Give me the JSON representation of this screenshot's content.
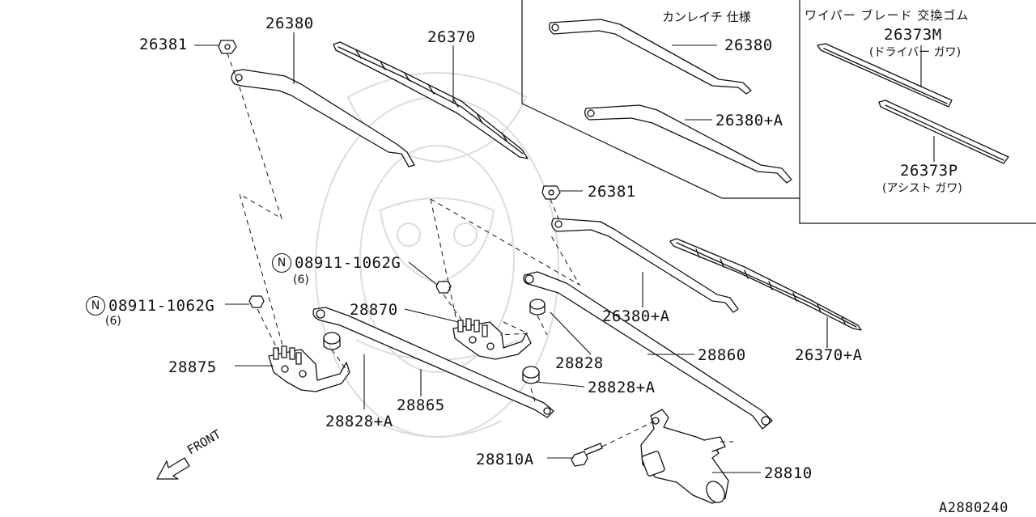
{
  "colors": {
    "line": "#111111",
    "watermark": "#d8d8d8",
    "background": "#ffffff"
  },
  "icons": {
    "front_arrow": "front-arrow-icon",
    "nut_symbol": "circled-n-icon"
  },
  "labels": {
    "p26381_top": "26381",
    "p26380_top": "26380",
    "p26370_top": "26370",
    "p26380_inset": "26380",
    "p26380a_inset": "26380+A",
    "p26381_mid": "26381",
    "p26380a": "26380+A",
    "p26370a": "26370+A",
    "nut1_code": "08911-1062G",
    "nut1_qty": "(6)",
    "nut2_code": "08911-1062G",
    "nut2_qty": "(6)",
    "n_symbol": "N",
    "p28870": "28870",
    "p28875": "28875",
    "p28865": "28865",
    "p28828": "28828",
    "p28828a_left": "28828+A",
    "p28828a_mid": "28828+A",
    "p28860": "28860",
    "p28810a": "28810A",
    "p28810": "28810",
    "front": "FRONT",
    "diagram_id": "A2880240"
  },
  "inset_cold": {
    "title": "カンレイチ 仕様"
  },
  "inset_blade": {
    "title": "ワイパー ブレード 交換ゴム",
    "part_m": "26373M",
    "part_m_desc": "(ドライバー ガワ)",
    "part_p": "26373P",
    "part_p_desc": "(アシスト ガワ)"
  }
}
